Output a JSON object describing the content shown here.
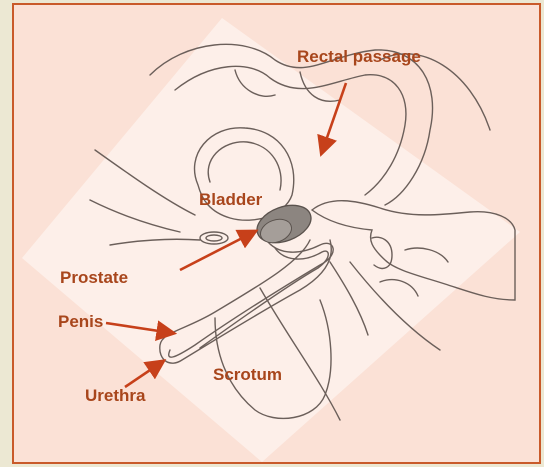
{
  "colors": {
    "page_background": "#ece8d3",
    "panel_fill": "#fbe1d6",
    "panel_border": "#c95a2a",
    "illustration_fill": "#fdf1eb",
    "label_color": "#a8461c",
    "arrow_color": "#c7401a",
    "line_color": "#6b5f5a"
  },
  "labels": {
    "rectal_passage": "Rectal passage",
    "bladder": "Bladder",
    "prostate": "Prostate",
    "penis": "Penis",
    "scrotum": "Scrotum",
    "urethra": "Urethra"
  },
  "icons": {
    "arrow": "arrow-icon"
  }
}
